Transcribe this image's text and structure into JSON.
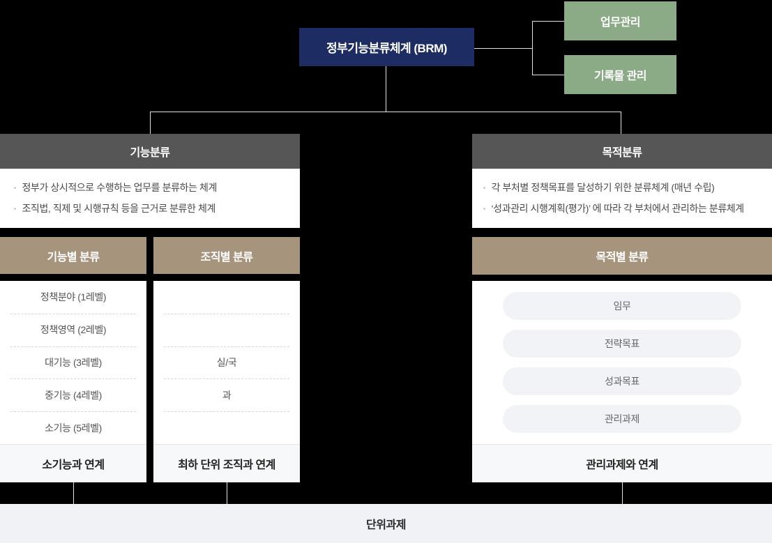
{
  "brm": {
    "label": "정부기능분류체계 (BRM)"
  },
  "related_systems": {
    "work_management": "업무관리",
    "records_management": "기록물 관리"
  },
  "function_section": {
    "title": "기능분류",
    "bullets": [
      "정부가 상시적으로 수행하는 업무를 분류하는 체계",
      "조직법, 직제 및 시행규칙 등을 근거로 분류한 체계"
    ]
  },
  "purpose_section": {
    "title": "목적분류",
    "bullets": [
      "각 부처별 정책목표를 달성하기 위한 분류체계 (매년 수립)",
      "‘성과관리 시행계획(평가)’ 에 따라 각 부처에서 관리하는 분류체계"
    ]
  },
  "functional_column": {
    "title": "기능별 분류",
    "levels": [
      "정책분야 (1레벨)",
      "정책영역 (2레벨)",
      "대기능 (3레벨)",
      "중기능 (4레벨)",
      "소기능 (5레벨)"
    ],
    "footer": "소기능과 연계"
  },
  "org_column": {
    "title": "조직별 분류",
    "levels": [
      "",
      "",
      "실/국",
      "과",
      ""
    ],
    "footer": "최하 단위 조직과 연계"
  },
  "purpose_column": {
    "title": "목적별 분류",
    "pills": [
      "임무",
      "전략목표",
      "성과목표",
      "관리과제"
    ],
    "footer": "관리과제와 연계"
  },
  "bottom_bar": {
    "label": "단위과제"
  },
  "colors": {
    "navy": "#1d2d63",
    "green": "#8bab86",
    "gray": "#565656",
    "tan": "#a6947d",
    "pill": "#f1f3f6",
    "footer": "#f7f8f9",
    "bar": "#f0f2f5",
    "line": "#e3e3e3"
  }
}
